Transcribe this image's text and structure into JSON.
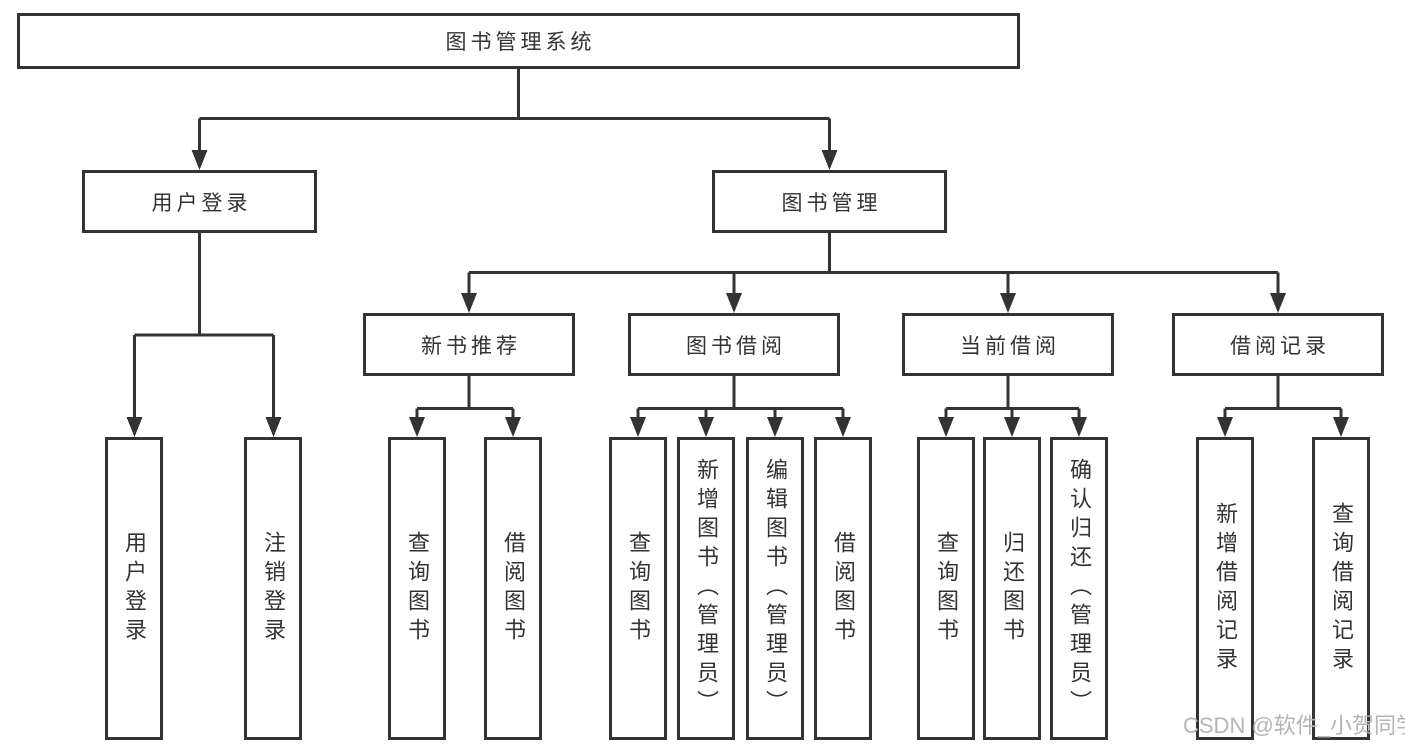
{
  "tree": {
    "root": "图书管理系统",
    "login": {
      "label": "用户登录",
      "children": [
        "用户登录",
        "注销登录"
      ]
    },
    "management": {
      "label": "图书管理",
      "modules": [
        {
          "label": "新书推荐",
          "children": [
            "查询图书",
            "借阅图书"
          ]
        },
        {
          "label": "图书借阅",
          "children": [
            "查询图书",
            "新增图书（管理员）",
            "编辑图书（管理员）",
            "借阅图书"
          ]
        },
        {
          "label": "当前借阅",
          "children": [
            "查询图书",
            "归还图书",
            "确认归还（管理员）"
          ]
        },
        {
          "label": "借阅记录",
          "children": [
            "新增借阅记录",
            "查询借阅记录"
          ]
        }
      ]
    }
  },
  "watermark": {
    "text": "CSDN @软件_小贺同学"
  },
  "colors": {
    "line": "#333333",
    "box_border": "#333333",
    "box_fill": "#ffffff",
    "text": "#333333",
    "watermark": "#b5b5b5",
    "background": "#ffffff"
  }
}
